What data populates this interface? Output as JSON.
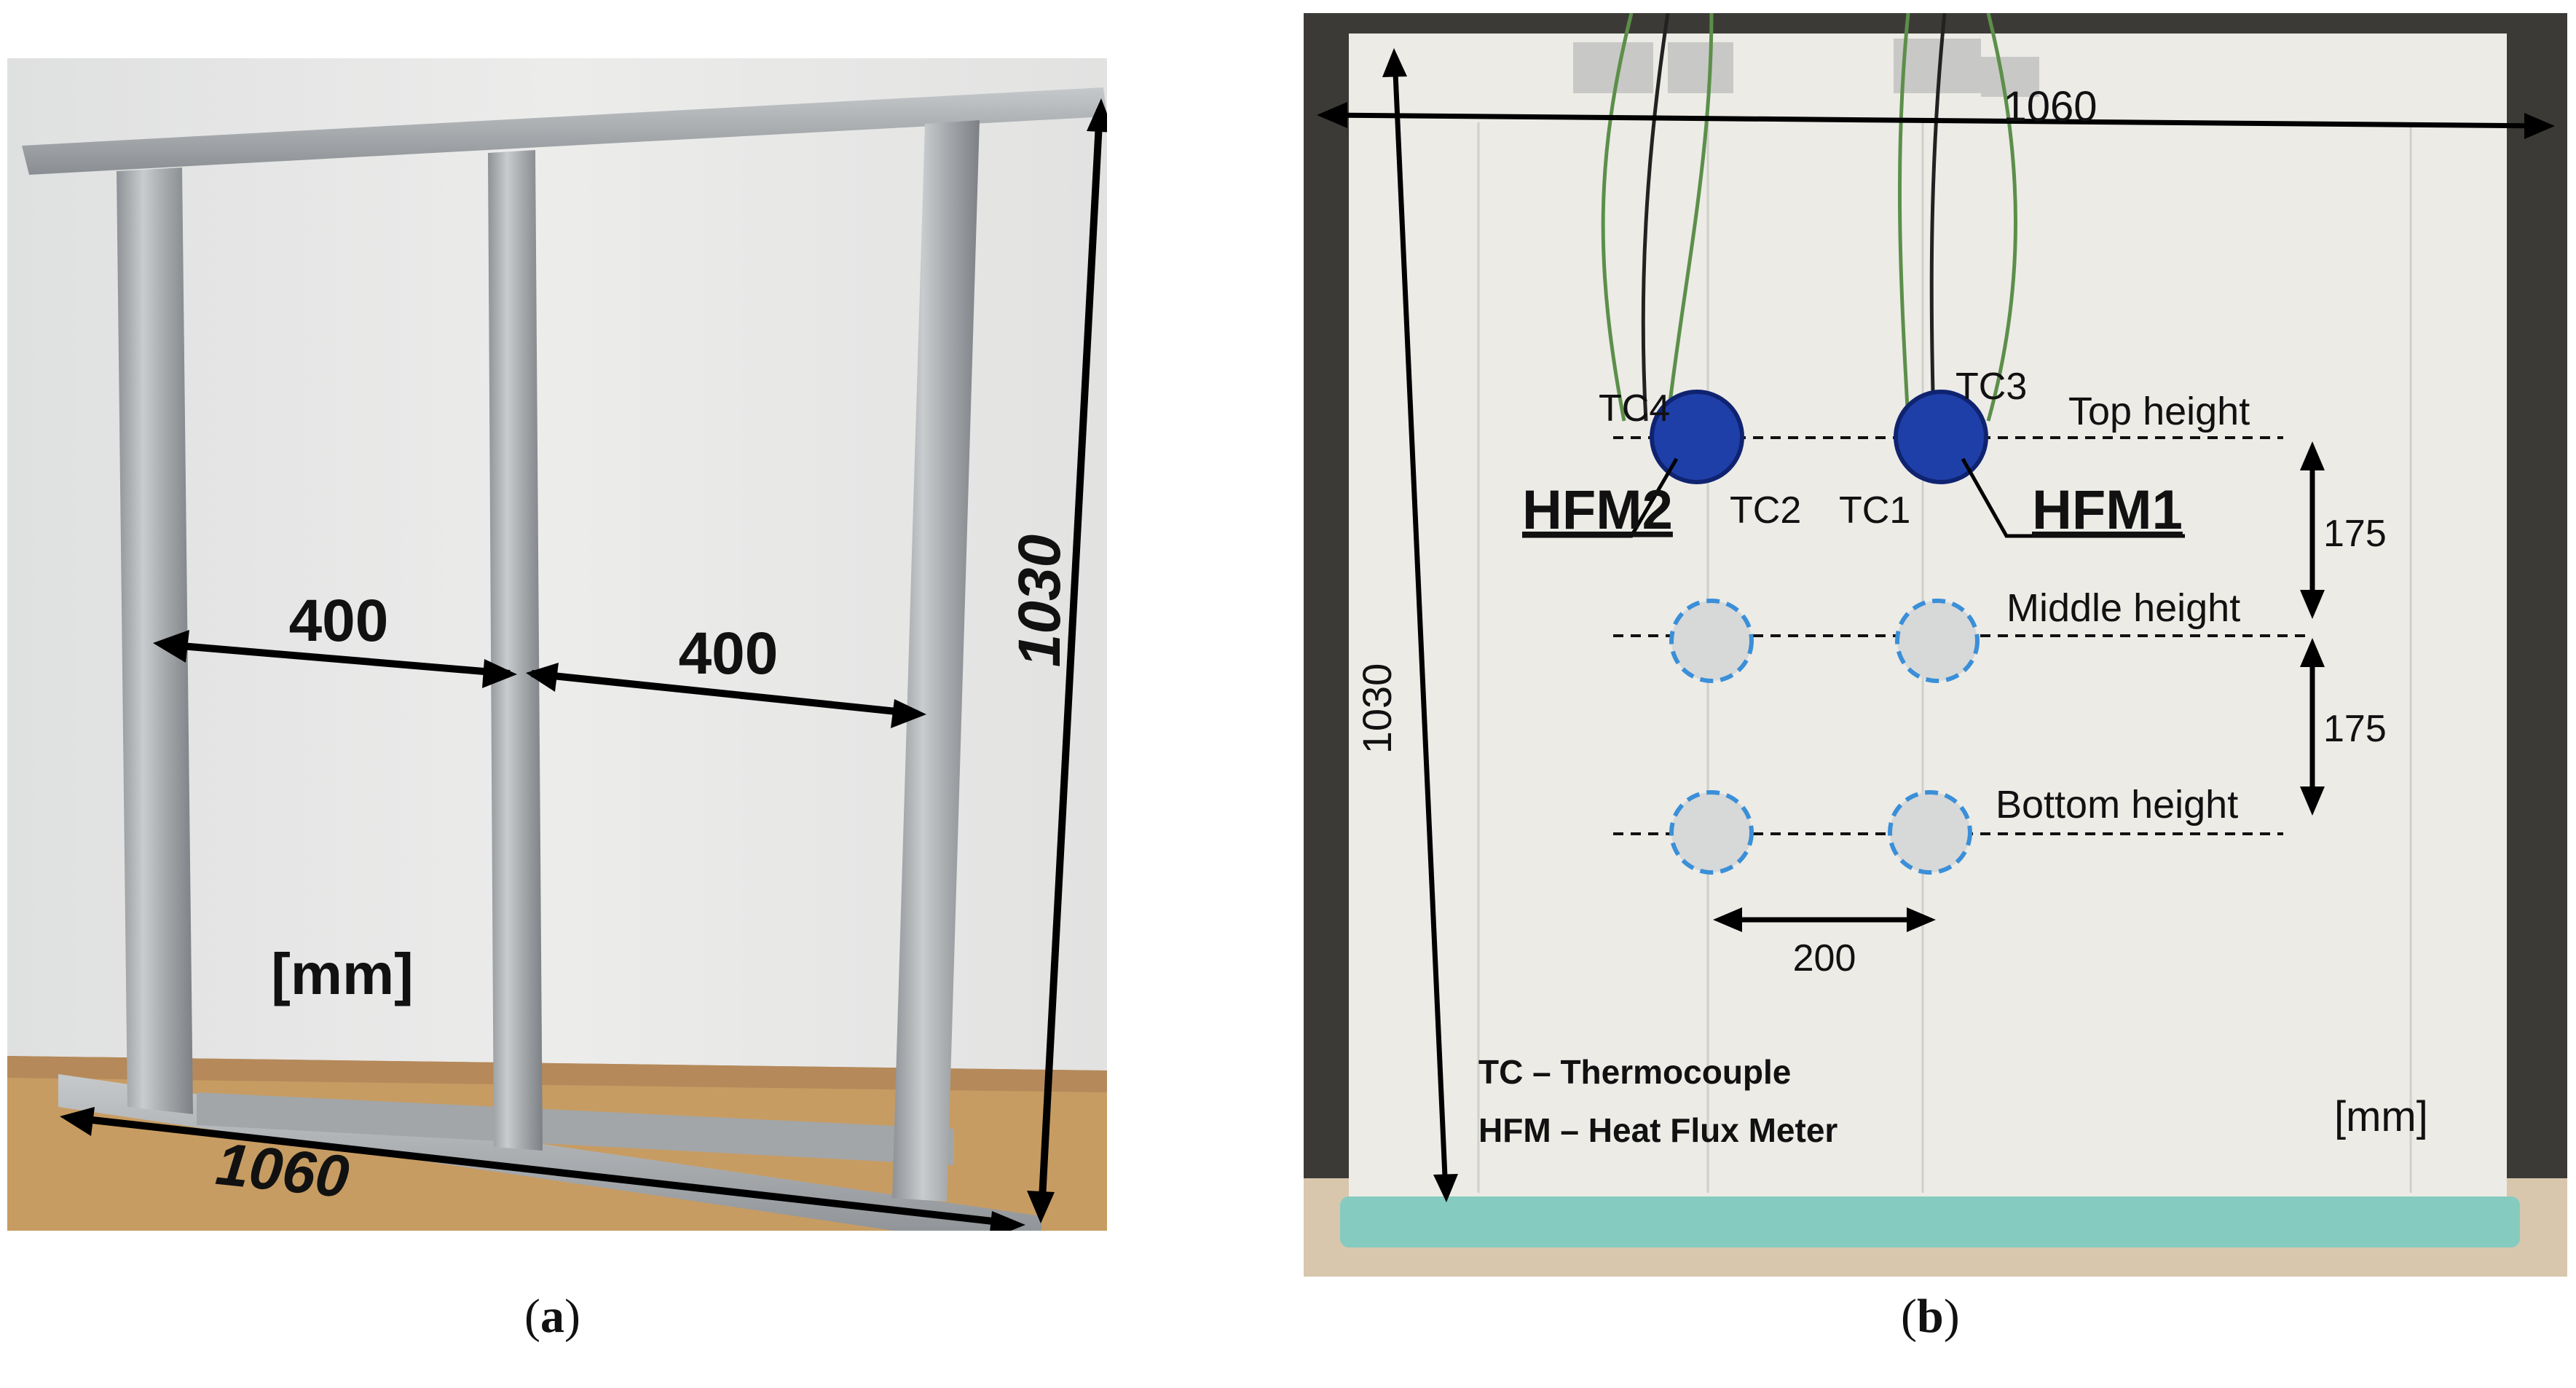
{
  "panel_a": {
    "dims": {
      "bay_left": "400",
      "bay_right": "400",
      "height": "1030",
      "width": "1060"
    },
    "unit": "[mm]",
    "caption_letter": "a"
  },
  "panel_b": {
    "dims": {
      "width": "1060",
      "height": "1030",
      "vertical_spacing_upper": "175",
      "vertical_spacing_lower": "175",
      "horizontal_spacing": "200"
    },
    "sensors": {
      "tc4": "TC4",
      "tc3": "TC3",
      "tc2": "TC2",
      "tc1": "TC1",
      "hfm2": "HFM2",
      "hfm1": "HFM1"
    },
    "heights": {
      "top": "Top height",
      "middle": "Middle height",
      "bottom": "Bottom height"
    },
    "legend": {
      "tc": "TC – Thermocouple",
      "hfm": "HFM – Heat Flux Meter"
    },
    "unit": "[mm]",
    "caption_letter": "b"
  },
  "colors": {
    "sensor_blue": "#1f3fa8",
    "dashed_circle": "#3a8fd8",
    "steel": "#b9bcbf",
    "board": "#ecebe6",
    "wall": "#e9e9e7",
    "floor": "#c9a06a",
    "teal_strip": "#86cbbf"
  }
}
